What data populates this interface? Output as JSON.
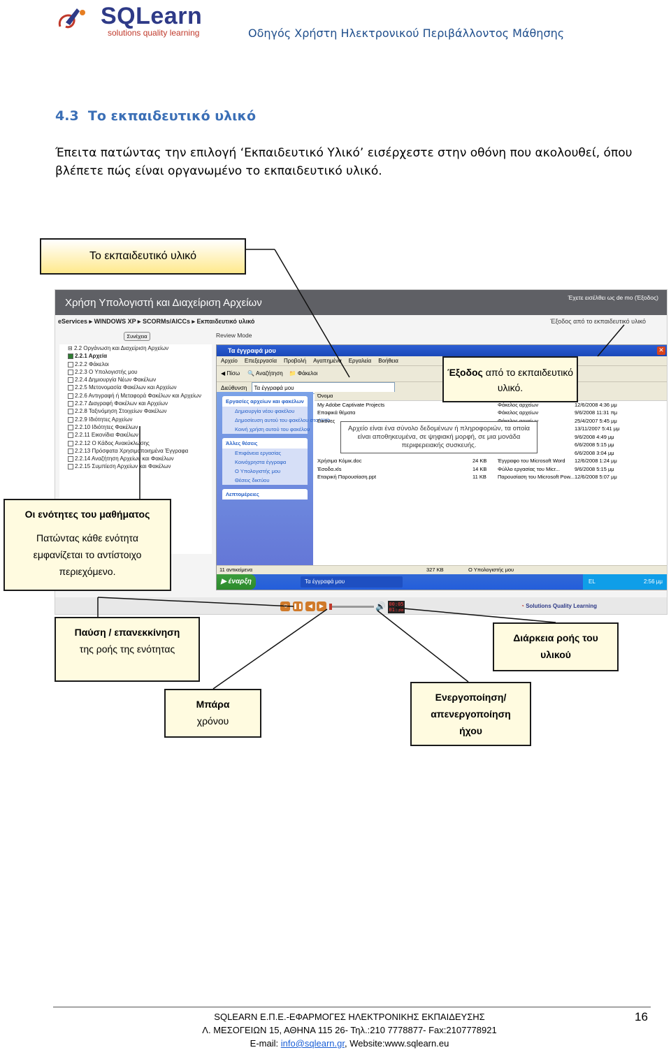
{
  "header": {
    "logo_name": "SQLearn",
    "logo_tagline": "solutions quality learning",
    "doc_title": "Οδηγός Χρήστη Ηλεκτρονικού Περιβάλλοντος Μάθησης"
  },
  "section": {
    "heading": "4.3  Το εκπαιδευτικό υλικό",
    "paragraph": "Έπειτα πατώντας την επιλογή ‘Εκπαιδευτικό Υλικό’  εισέρχεστε στην οθόνη που ακολουθεί, όπου βλέπετε πώς είναι οργανωμένο το εκπαιδευτικό υλικό."
  },
  "callouts": {
    "material": "Το εκπαιδευτικό υλικό",
    "exit_bold": "Έξοδος",
    "exit_rest": " από το εκπαιδευτικό υλικό.",
    "units_title": "Οι ενότητες του μαθήματος",
    "units_body": "Πατώντας κάθε ενότητα εμφανίζεται το αντίστοιχο περιεχόμενο.",
    "pause_title": "Παύση / επανεκκίνηση",
    "pause_body": "της ροής της ενότητας",
    "duration": "Διάρκεια ροής του υλικού",
    "timebar_title": "Μπάρα",
    "timebar_body": "χρόνου",
    "sound": "Ενεργοποίηση/ απενεργοποίηση ήχου"
  },
  "app": {
    "title": "Χρήση Υπολογιστή και Διαχείριση Αρχείων",
    "top_right": "Έχετε εισέλθει ως de mo (Έξοδος)",
    "breadcrumbs": [
      "eServices",
      "WINDOWS XP",
      "SCORMs/AICCs",
      "Εκπαιδευτικό υλικό"
    ],
    "exit_link": "Έξοδος από το εκπαιδευτικό υλικό",
    "review_mode": "Review Mode",
    "continue_button": "Συνέχεια",
    "tree_root": "2.2 Οργάνωση και Διαχείριση Αρχείων",
    "tree_items": [
      "2.2.1 Αρχεία",
      "2.2.2 Φάκελοι",
      "2.2.3 Ο Υπολογιστής μου",
      "2.2.4 Δημιουργία Νέων Φακέλων",
      "2.2.5 Μετονομασία Φακέλων και Αρχείων",
      "2.2.6 Αντιγραφή ή Μεταφορά Φακέλων και Αρχείων",
      "2.2.7 Διαγραφή Φακέλων και Αρχείων",
      "2.2.8 Ταξινόμηση Στοιχείων Φακέλων",
      "2.2.9 Ιδιότητες Αρχείων",
      "2.2.10 Ιδιότητες Φακέλων",
      "2.2.11 Εικονίδια Φακέλων",
      "2.2.12 Ο Κάδος Ανακύκλωσης",
      "2.2.13 Πρόσφατα Χρησιμοποιημένα Έγγραφα",
      "2.2.14 Αναζήτηση Αρχείων και Φακέλων",
      "2.2.15 Συμπίεση Αρχείων και Φακέλων"
    ],
    "xp": {
      "window_title": "Τα έγγραφά μου",
      "menu": [
        "Αρχείο",
        "Επεξεργασία",
        "Προβολή",
        "Αγαπημένα",
        "Εργαλεία",
        "Βοήθεια"
      ],
      "toolbar": [
        "Πίσω",
        "Αναζήτηση",
        "Φάκελοι"
      ],
      "address_label": "Διεύθυνση",
      "address_value": "Τα έγγραφά μου",
      "panel1_title": "Εργασίες αρχείων και φακέλων",
      "panel1_items": [
        "Δημιουργία νέου φακέλου",
        "Δημοσίευση αυτού του φακέλου στο Web",
        "Κοινή χρήση αυτού του φακέλου"
      ],
      "panel2_title": "Άλλες θέσεις",
      "panel2_items": [
        "Επιφάνεια εργασίας",
        "Κοινόχρηστα έγγραφα",
        "Ο Υπολογιστής μου",
        "Θέσεις δικτύου"
      ],
      "panel3_title": "Λεπτομέρειες",
      "column_name": "Όνομα",
      "files": [
        {
          "name": "My Adobe Captivate Projects",
          "size": "",
          "type": "Φάκελος αρχείων",
          "date": "12/6/2008 4:36 μμ"
        },
        {
          "name": "Επαφικά θέματα",
          "size": "",
          "type": "Φάκελος αρχείων",
          "date": "9/6/2008 11:31 πμ"
        },
        {
          "name": "Εικόνες",
          "size": "",
          "type": "Φάκελος αρχείων",
          "date": "25/4/2007 5:45 μμ"
        },
        {
          "name": "",
          "size": "",
          "type": "",
          "date": "13/11/2007 5:41 μμ"
        },
        {
          "name": "",
          "size": "",
          "type": "",
          "date": "9/6/2008 4:49 μμ"
        },
        {
          "name": "",
          "size": "",
          "type": "",
          "date": "6/6/2008 5:15 μμ"
        },
        {
          "name": "",
          "size": "",
          "type": "",
          "date": "6/6/2008 3:04 μμ"
        },
        {
          "name": "Χρήσιμα Κόμικ.doc",
          "size": "24 KB",
          "type": "Έγγραφο του Microsoft Word",
          "date": "12/6/2008 1:24 μμ"
        },
        {
          "name": "Έσοδα.xls",
          "size": "14 KB",
          "type": "Φύλλο εργασίας του Micr...",
          "date": "9/6/2008 5:15 μμ"
        },
        {
          "name": "Εταιρική Παρουσίαση.ppt",
          "size": "11 KB",
          "type": "Παρουσίαση του Microsoft Pow...",
          "date": "12/6/2008 5:07 μμ"
        }
      ],
      "status_left": "11 αντικείμενα",
      "status_size": "327 KB",
      "status_right": "Ο Υπολογιστής μου",
      "start_label": "έναρξη",
      "task_item": "Τα έγγραφά μου",
      "tray_lang": "EL",
      "tray_time": "2:56 μμ"
    },
    "tooltip": "Αρχείο είναι ένα σύνολο δεδομένων ή πληροφοριών, τα οποία είναι αποθηκευμένα, σε ψηφιακή μορφή, σε μια μονάδα περιφερειακής συσκευής.",
    "timer_top": "00:05",
    "timer_bottom": "01:30",
    "brand_small": "Solutions Quality Learning"
  },
  "footer": {
    "line1": "SQLEARN Ε.Π.Ε.-ΕΦΑΡΜΟΓΕΣ ΗΛΕΚΤΡΟΝΙΚΗΣ ΕΚΠΑΙΔΕΥΣΗΣ",
    "line2": "Λ. ΜΕΣΟΓΕΙΩΝ 15, ΑΘΗΝΑ 115 26- Τηλ.:210 7778877- Fax:2107778921",
    "email_label": "E-mail: ",
    "email": "info@sqlearn.gr",
    "website": ", Website:www.sqlearn.eu",
    "page_number": "16"
  },
  "colors": {
    "heading": "#3b6fb6",
    "header_title": "#1f4e8c",
    "callout_fill": "#fffbe0",
    "app_titlebar": "#5f6065"
  }
}
